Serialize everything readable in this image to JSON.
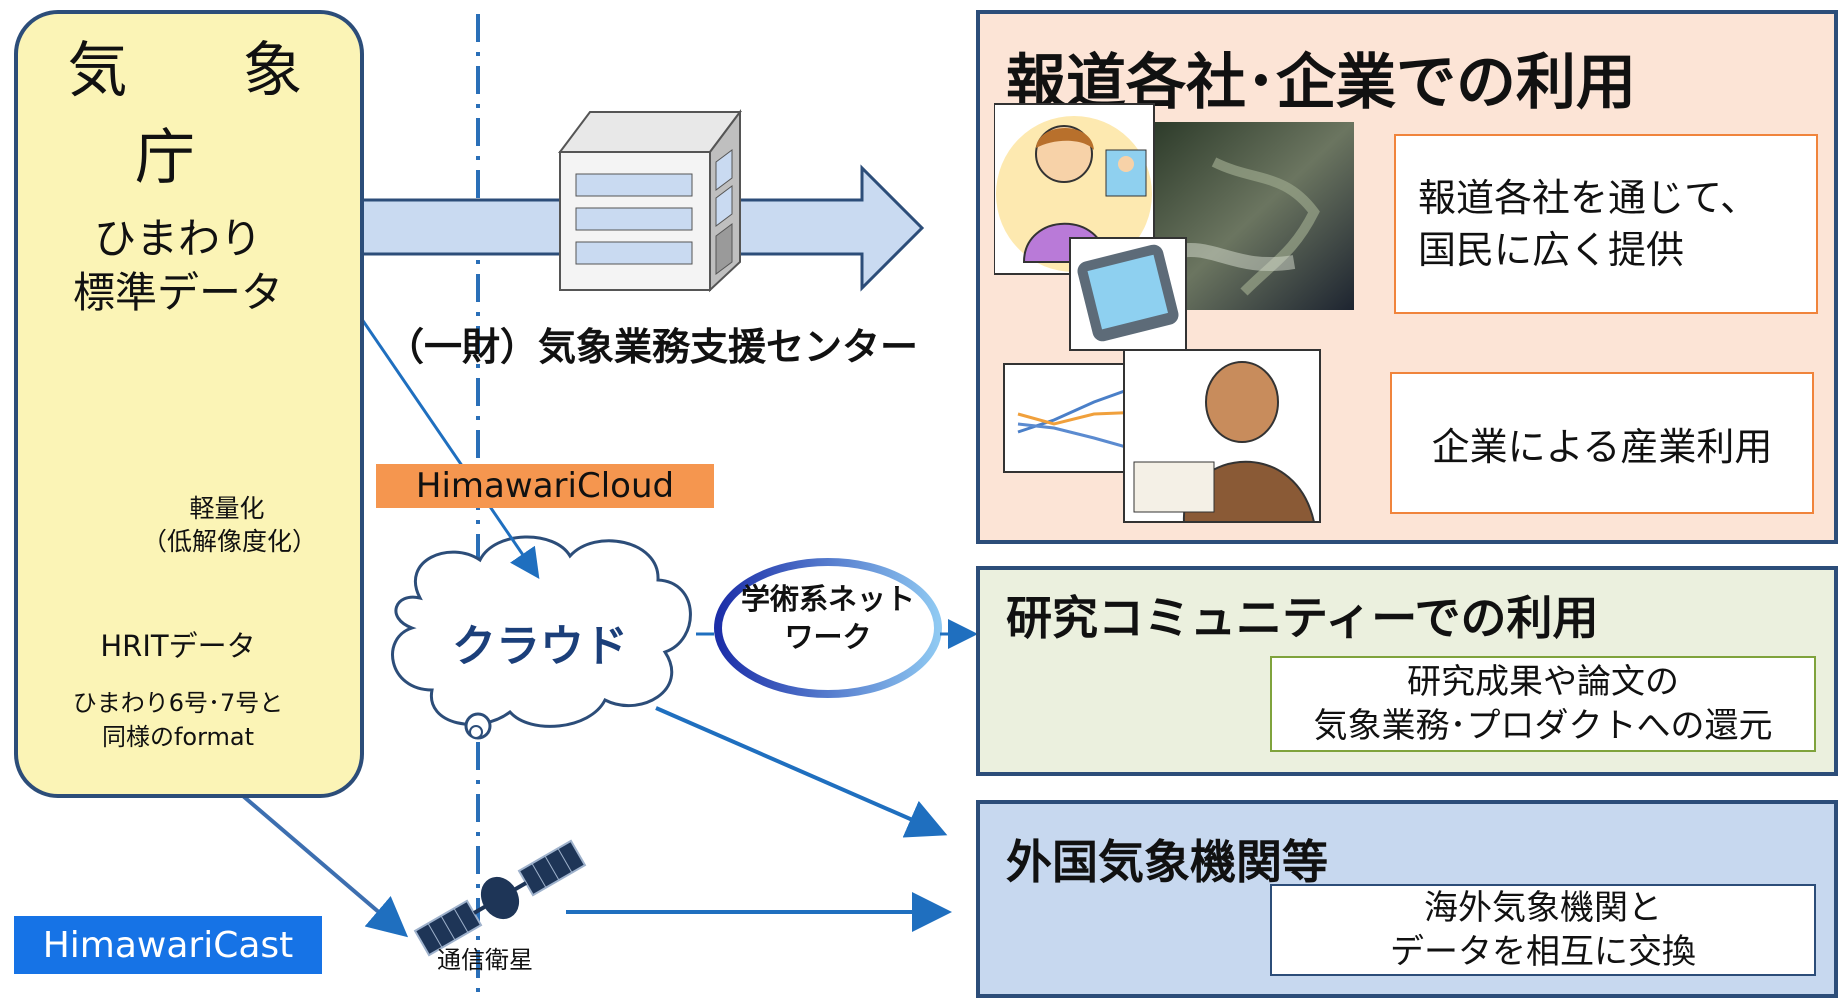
{
  "jma": {
    "title": "気 象 庁",
    "standard_data_line1": "ひまわり",
    "standard_data_line2": "標準データ",
    "reduce_line1": "軽量化",
    "reduce_line2": "（低解像度化）",
    "hrit_title": "HRITデータ",
    "hrit_line1": "ひまわり6号･7号と",
    "hrit_line2": "同様のformat"
  },
  "center": {
    "label": "（一財）気象業務支援センター"
  },
  "cloud": {
    "tag": "HimawariCloud",
    "label": "クラウド"
  },
  "network": {
    "line1": "学術系ネット",
    "line2": "ワーク"
  },
  "satellite": {
    "label": "通信衛星",
    "tag": "HimawariCast"
  },
  "media": {
    "title": "報道各社･企業での利用",
    "box1_line1": "報道各社を通じて、",
    "box1_line2": "国民に広く提供",
    "box2": "企業による産業利用"
  },
  "research": {
    "title": "研究コミュニティーでの利用",
    "box_line1": "研究成果や論文の",
    "box_line2": "気象業務･プロダクトへの還元"
  },
  "foreign": {
    "title": "外国気象機関等",
    "box_line1": "海外気象機関と",
    "box_line2": "データを相互に交換"
  },
  "colors": {
    "jma_fill": "#fbf4b6",
    "border_navy": "#2c4d79",
    "media_fill": "#fce4d6",
    "research_fill": "#ebf0de",
    "foreign_fill": "#c7d8ef",
    "cloud_tag": "#f5964f",
    "cast_tag": "#1673e6",
    "arrow_blue": "#1f6fbf",
    "big_arrow": "#c9daf1",
    "red_arrow": "#ff0000"
  }
}
